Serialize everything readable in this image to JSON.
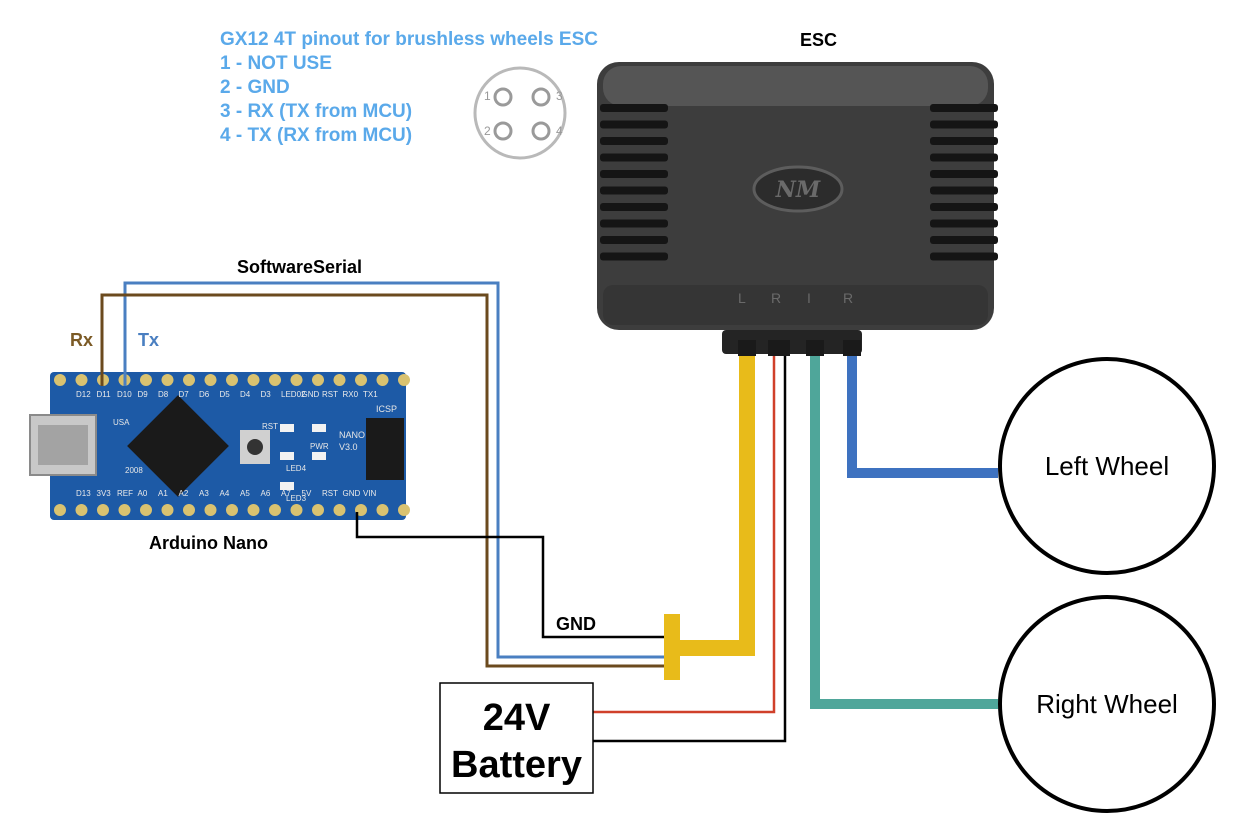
{
  "pinout": {
    "title": "GX12 4T pinout for brushless wheels ESC",
    "lines": [
      "1 - NOT USE",
      "2 - GND",
      "3 - RX (TX from MCU)",
      "4 - TX (RX from MCU)"
    ],
    "connector_pins": [
      "1",
      "3",
      "2",
      "4"
    ]
  },
  "esc": {
    "label": "ESC",
    "port_letters": [
      "L",
      "R",
      "I",
      "R"
    ]
  },
  "arduino": {
    "label": "Arduino Nano",
    "top_pins": [
      "D12",
      "D11",
      "D10",
      "D9",
      "D8",
      "D7",
      "D6",
      "D5",
      "D4",
      "D3",
      "LED02",
      "GND",
      "RST",
      "RX0",
      "TX1"
    ],
    "bottom_pins": [
      "D13",
      "3V3",
      "REF",
      "A0",
      "A1",
      "A2",
      "A3",
      "A4",
      "A5",
      "A6",
      "A7",
      "5V",
      "RST",
      "GND",
      "VIN"
    ],
    "board_text": [
      "NANO",
      "V3.0",
      "RST",
      "PWR",
      "LED4",
      "LED3",
      "ICSP",
      "USA",
      "2008"
    ]
  },
  "wires": {
    "software_serial": "SoftwareSerial",
    "rx": "Rx",
    "tx": "Tx",
    "gnd": "GND"
  },
  "battery": {
    "voltage": "24V",
    "label": "Battery"
  },
  "wheels": {
    "left": "Left Wheel",
    "right": "Right Wheel"
  },
  "colors": {
    "tx_wire": "#4a7fc1",
    "rx_wire": "#6b4a1e",
    "gnd_wire": "#000000",
    "red_wire": "#d0402a",
    "yellow_wire": "#e8bb1a",
    "teal_wire": "#4fa69a",
    "blue_thick_wire": "#3e72c0",
    "pinout_text": "#5aa9ea",
    "esc_body": "#4a4a4a"
  }
}
